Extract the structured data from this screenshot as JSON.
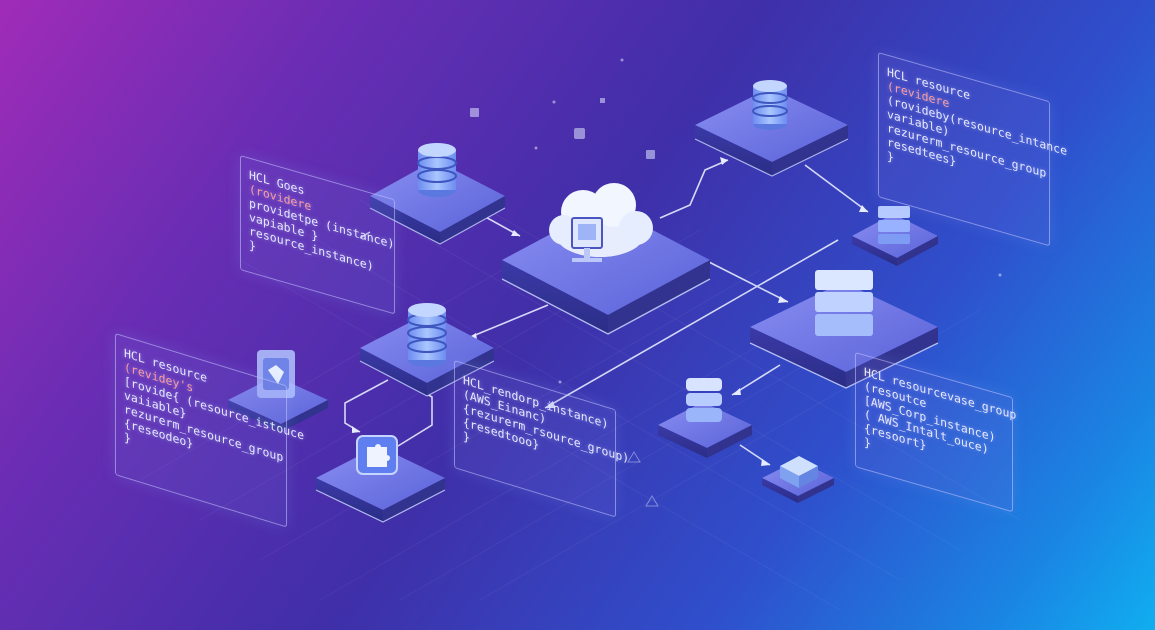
{
  "panels": {
    "left_top": {
      "lines": [
        "HCL Goes",
        "(rovidere",
        "providetpe (instance)",
        "vapiable }",
        "resource_instance)",
        "}"
      ]
    },
    "left_bottom": {
      "lines": [
        "HCL resource",
        "(revidey's",
        "[rovide{ (resource_istouce",
        "vaiiable}",
        "rezurerm_resource_group",
        "{reseodeo}",
        "}"
      ]
    },
    "center_bottom": {
      "lines": [
        "HCL_rendorp_instance)",
        "(AWS_Einanc)",
        "{rezurerm_rsource_group)",
        "{resedtooo}",
        "}"
      ]
    },
    "right_top": {
      "lines": [
        "HCL resource",
        "(revidere",
        "(rovideby(resource_intance",
        "variable)",
        "rezurerm_resource_group",
        "resedtees}",
        "}"
      ]
    },
    "right_bottom": {
      "lines": [
        "HCL resourcevase_group",
        "(resoutce",
        "[AWS_Corp_instance)",
        "( AWS_Intalt_ouce)",
        "{resoort}",
        "}"
      ]
    }
  },
  "colors": {
    "platform_top": "#6f76e6",
    "platform_side": "#3a3ba6",
    "platform_glow": "#c9d6ff",
    "connector": "#e6ebff",
    "cylinder": "#8fb6ff",
    "accent_code": "#ff9c9c"
  },
  "icons": [
    "database-icon",
    "cloud-icon",
    "monitor-icon",
    "server-rack-icon",
    "storage-block-icon",
    "puzzle-icon",
    "shield-icon"
  ]
}
